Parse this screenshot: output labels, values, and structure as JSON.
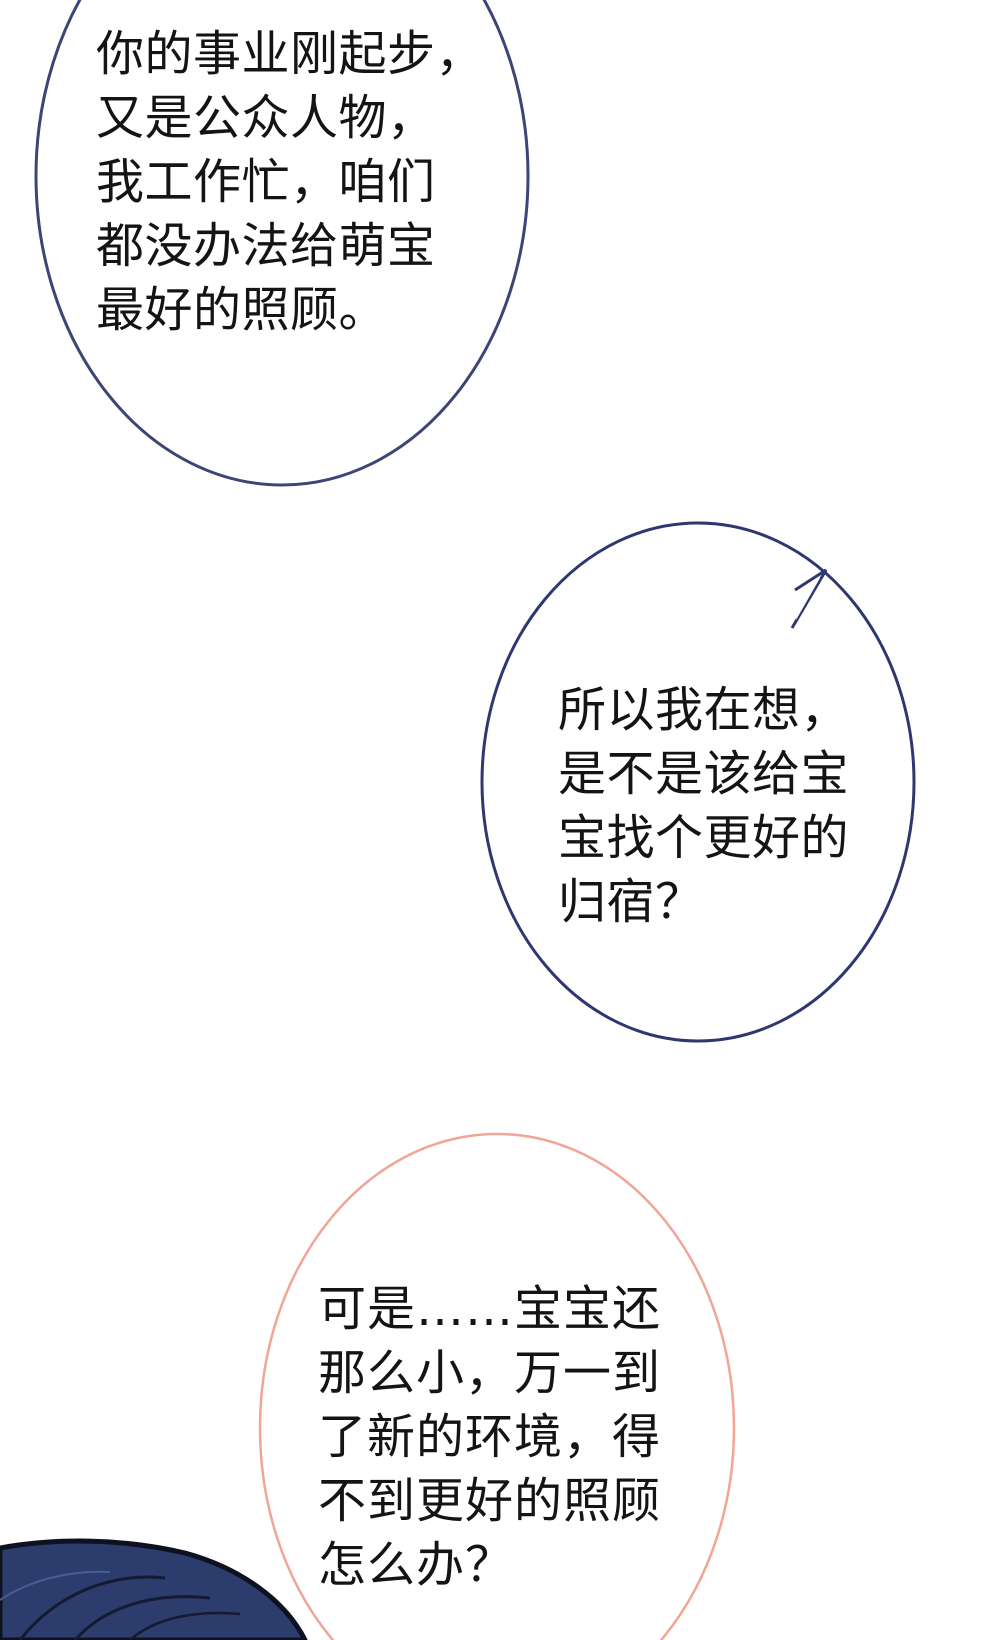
{
  "panel": {
    "bubbles": [
      {
        "lines": [
          "你的事业刚起步，",
          "又是公众人物，",
          "我工作忙，咱们",
          "都没办法给萌宝",
          "最好的照顾。"
        ],
        "outline_color": "#3d4577"
      },
      {
        "lines": [
          "所以我在想，",
          "是不是该给宝",
          "宝找个更好的",
          "归宿？"
        ],
        "outline_color": "#2f3770"
      },
      {
        "lines": [
          "可是……宝宝还",
          "那么小，万一到",
          "了新的环境，得",
          "不到更好的照顾",
          "怎么办？"
        ],
        "outline_color": "#f0a596"
      }
    ],
    "character_hair_color": "#2c3c6c"
  }
}
